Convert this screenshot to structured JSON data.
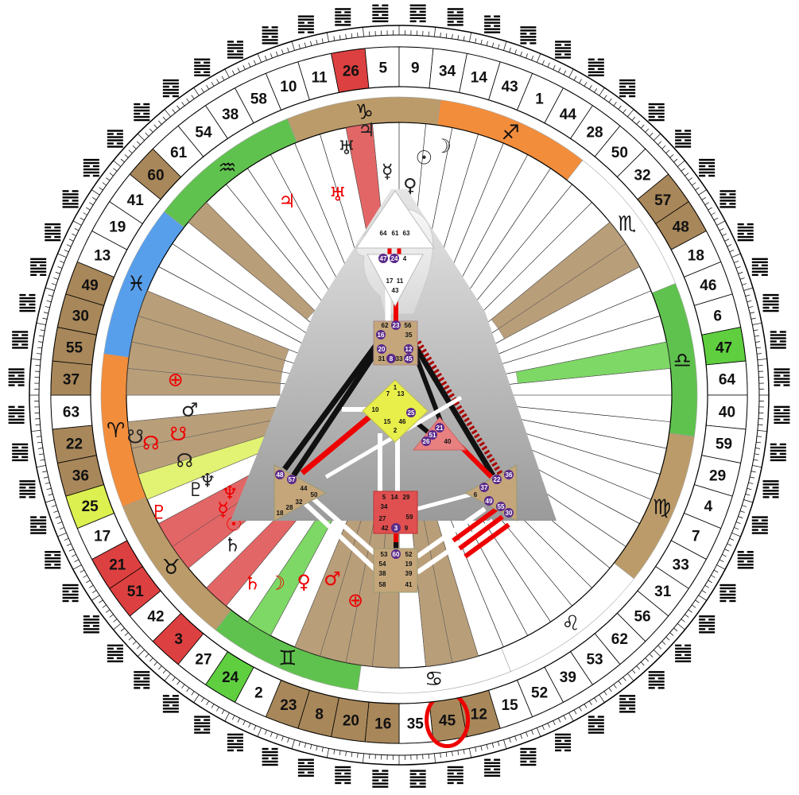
{
  "wheel": {
    "gates": [
      10,
      11,
      26,
      5,
      9,
      34,
      14,
      43,
      1,
      44,
      28,
      50,
      32,
      57,
      48,
      18,
      46,
      6,
      47,
      64,
      40,
      59,
      29,
      4,
      7,
      33,
      31,
      56,
      62,
      53,
      39,
      52,
      15,
      12,
      45,
      35,
      16,
      20,
      8,
      23,
      2,
      24,
      27,
      3,
      42,
      51,
      21,
      17,
      25,
      36,
      22,
      63,
      37,
      55,
      30,
      49,
      13,
      19,
      41,
      60,
      61,
      54,
      38,
      58
    ],
    "highlighted": {
      "26": "red",
      "57": "brown",
      "48": "brown",
      "47": "green",
      "3": "red",
      "24": "green",
      "21": "red",
      "51": "red",
      "25": "yellow",
      "36": "brown",
      "22": "brown",
      "37": "brown",
      "55": "brown",
      "30": "brown",
      "49": "brown",
      "60": "brown",
      "23": "brown",
      "8": "brown",
      "20": "brown",
      "16": "brown",
      "45": "brown",
      "12": "brown"
    },
    "circled_gate": "45",
    "zodiac": [
      {
        "name": "capricorn",
        "glyph": "♑",
        "color": "#b08a50"
      },
      {
        "name": "sagittarius",
        "glyph": "♐",
        "color": "#f07a1a"
      },
      {
        "name": "scorpio",
        "glyph": "♏",
        "color": "#ffffff"
      },
      {
        "name": "libra",
        "glyph": "♎",
        "color": "#45b830"
      },
      {
        "name": "virgo",
        "glyph": "♍",
        "color": "#b08a50"
      },
      {
        "name": "leo",
        "glyph": "♌",
        "color": "#ffffff"
      },
      {
        "name": "cancer",
        "glyph": "♋",
        "color": "#ffffff"
      },
      {
        "name": "gemini",
        "glyph": "♊",
        "color": "#45b830"
      },
      {
        "name": "taurus",
        "glyph": "♉",
        "color": "#b08a50"
      },
      {
        "name": "aries",
        "glyph": "♈",
        "color": "#f07a1a"
      },
      {
        "name": "pisces",
        "glyph": "♓",
        "color": "#3a8fe8"
      },
      {
        "name": "aquarius",
        "glyph": "♒",
        "color": "#45b830"
      }
    ],
    "planets": [
      {
        "glyph": "♇",
        "color": "#222"
      },
      {
        "glyph": "♇",
        "color": "#e00"
      },
      {
        "glyph": "⊕",
        "color": "#e00"
      },
      {
        "glyph": "☋",
        "color": "#e00"
      },
      {
        "glyph": "☋",
        "color": "#222"
      },
      {
        "glyph": "⊕",
        "color": "#e00"
      },
      {
        "glyph": "♂",
        "color": "#e00"
      },
      {
        "glyph": "♀",
        "color": "#e00"
      },
      {
        "glyph": "☽",
        "color": "#e00"
      },
      {
        "glyph": "♄",
        "color": "#e00"
      },
      {
        "glyph": "♄",
        "color": "#222"
      },
      {
        "glyph": "☉",
        "color": "#e00"
      },
      {
        "glyph": "☿",
        "color": "#e00"
      },
      {
        "glyph": "♆",
        "color": "#e00"
      },
      {
        "glyph": "♆",
        "color": "#222"
      },
      {
        "glyph": "☊",
        "color": "#222"
      },
      {
        "glyph": "☊",
        "color": "#e00"
      },
      {
        "glyph": "♂",
        "color": "#222"
      },
      {
        "glyph": "♃",
        "color": "#e00"
      },
      {
        "glyph": "♅",
        "color": "#e00"
      },
      {
        "glyph": "♅",
        "color": "#222"
      },
      {
        "glyph": "♃",
        "color": "#222"
      },
      {
        "glyph": "☿",
        "color": "#222"
      },
      {
        "glyph": "♀",
        "color": "#222"
      },
      {
        "glyph": "☉",
        "color": "#222"
      },
      {
        "glyph": "☽",
        "color": "#222"
      }
    ]
  },
  "bodygraph": {
    "head": {
      "gates": [
        "64",
        "61",
        "63"
      ]
    },
    "ajna": {
      "gates": [
        "47",
        "24",
        "4",
        "17",
        "11",
        "43"
      ]
    },
    "throat": {
      "gates": [
        "62",
        "23",
        "56",
        "16",
        "35",
        "20",
        "12",
        "31",
        "8",
        "33",
        "45"
      ]
    },
    "g": {
      "gates": [
        "1",
        "7",
        "13",
        "10",
        "25",
        "15",
        "46",
        "2"
      ]
    },
    "ego": {
      "gates": [
        "21",
        "51",
        "26",
        "40"
      ]
    },
    "spleen": {
      "gates": [
        "48",
        "57",
        "44",
        "50",
        "32",
        "28",
        "18"
      ]
    },
    "sacral": {
      "gates": [
        "5",
        "14",
        "29",
        "34",
        "59",
        "27",
        "42",
        "3",
        "9"
      ]
    },
    "solar": {
      "gates": [
        "36",
        "37",
        "22",
        "6",
        "49",
        "55",
        "30"
      ]
    },
    "root": {
      "gates": [
        "53",
        "60",
        "52",
        "54",
        "19",
        "38",
        "39",
        "58",
        "41"
      ]
    }
  }
}
